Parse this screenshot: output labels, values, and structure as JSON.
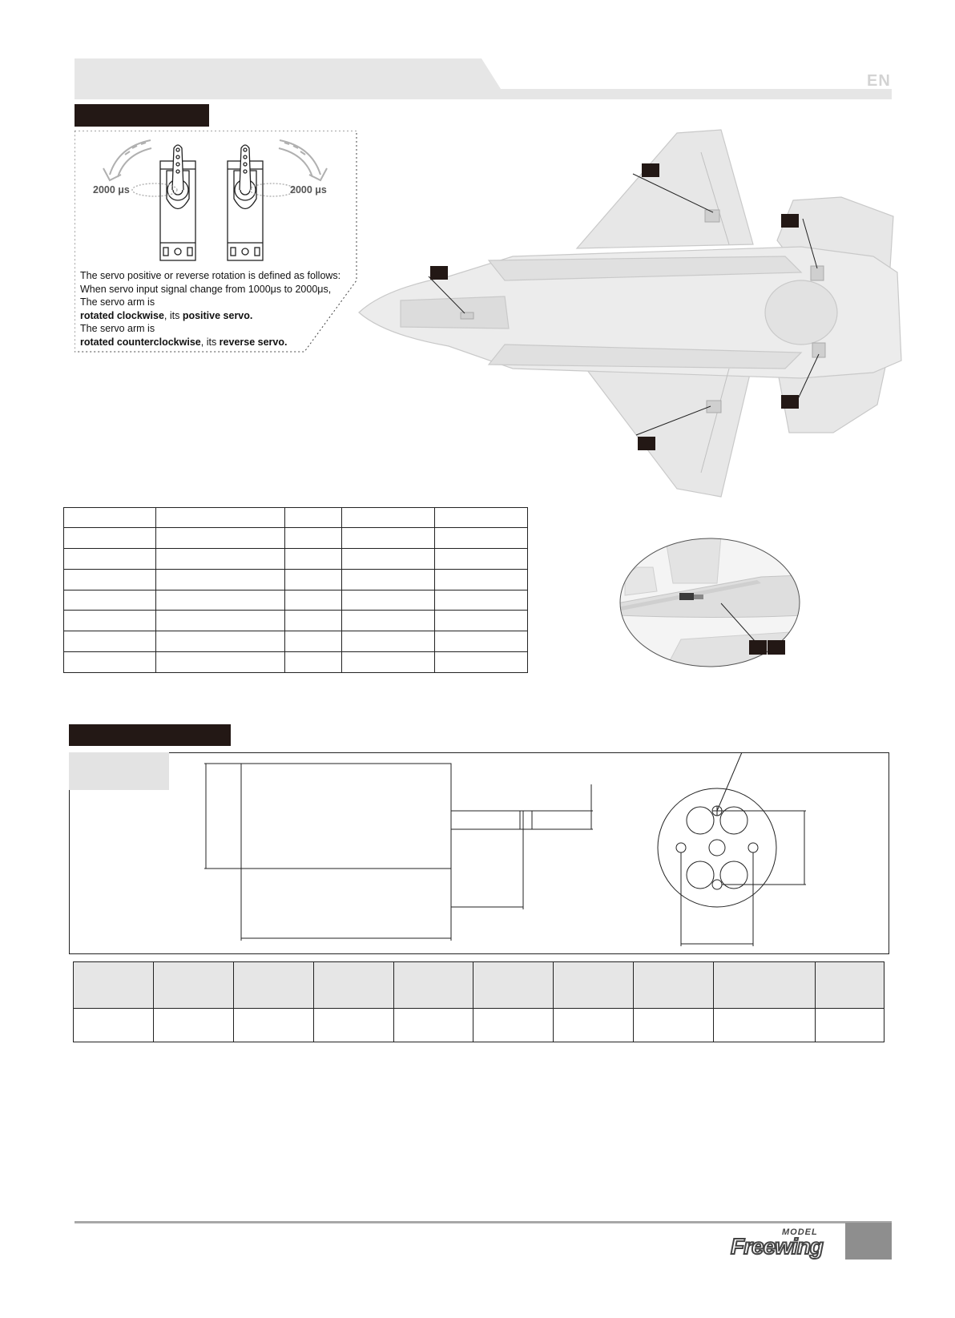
{
  "header": {
    "lang": "EN",
    "banner_color": "#e6e6e6",
    "section_bar_color": "#231815"
  },
  "servo_direction": {
    "left_pulse_label": "2000 μs",
    "right_pulse_label": "2000 μs",
    "lines": [
      "The servo positive or  reverse rotation is defined as follows:",
      "When servo input signal change from 1000μs to 2000μs,",
      "The servo arm is"
    ],
    "positive": {
      "bold1": "rotated clockwise",
      "mid": ", its ",
      "bold2": "positive servo."
    },
    "line_arm2": "The servo arm is",
    "reverse": {
      "bold1": "rotated counterclockwise",
      "mid": ", its ",
      "bold2": "reverse servo."
    }
  },
  "footer": {
    "brand_small": "MODEL",
    "brand": "Freewing",
    "rule_color": "#a8a8a8"
  }
}
